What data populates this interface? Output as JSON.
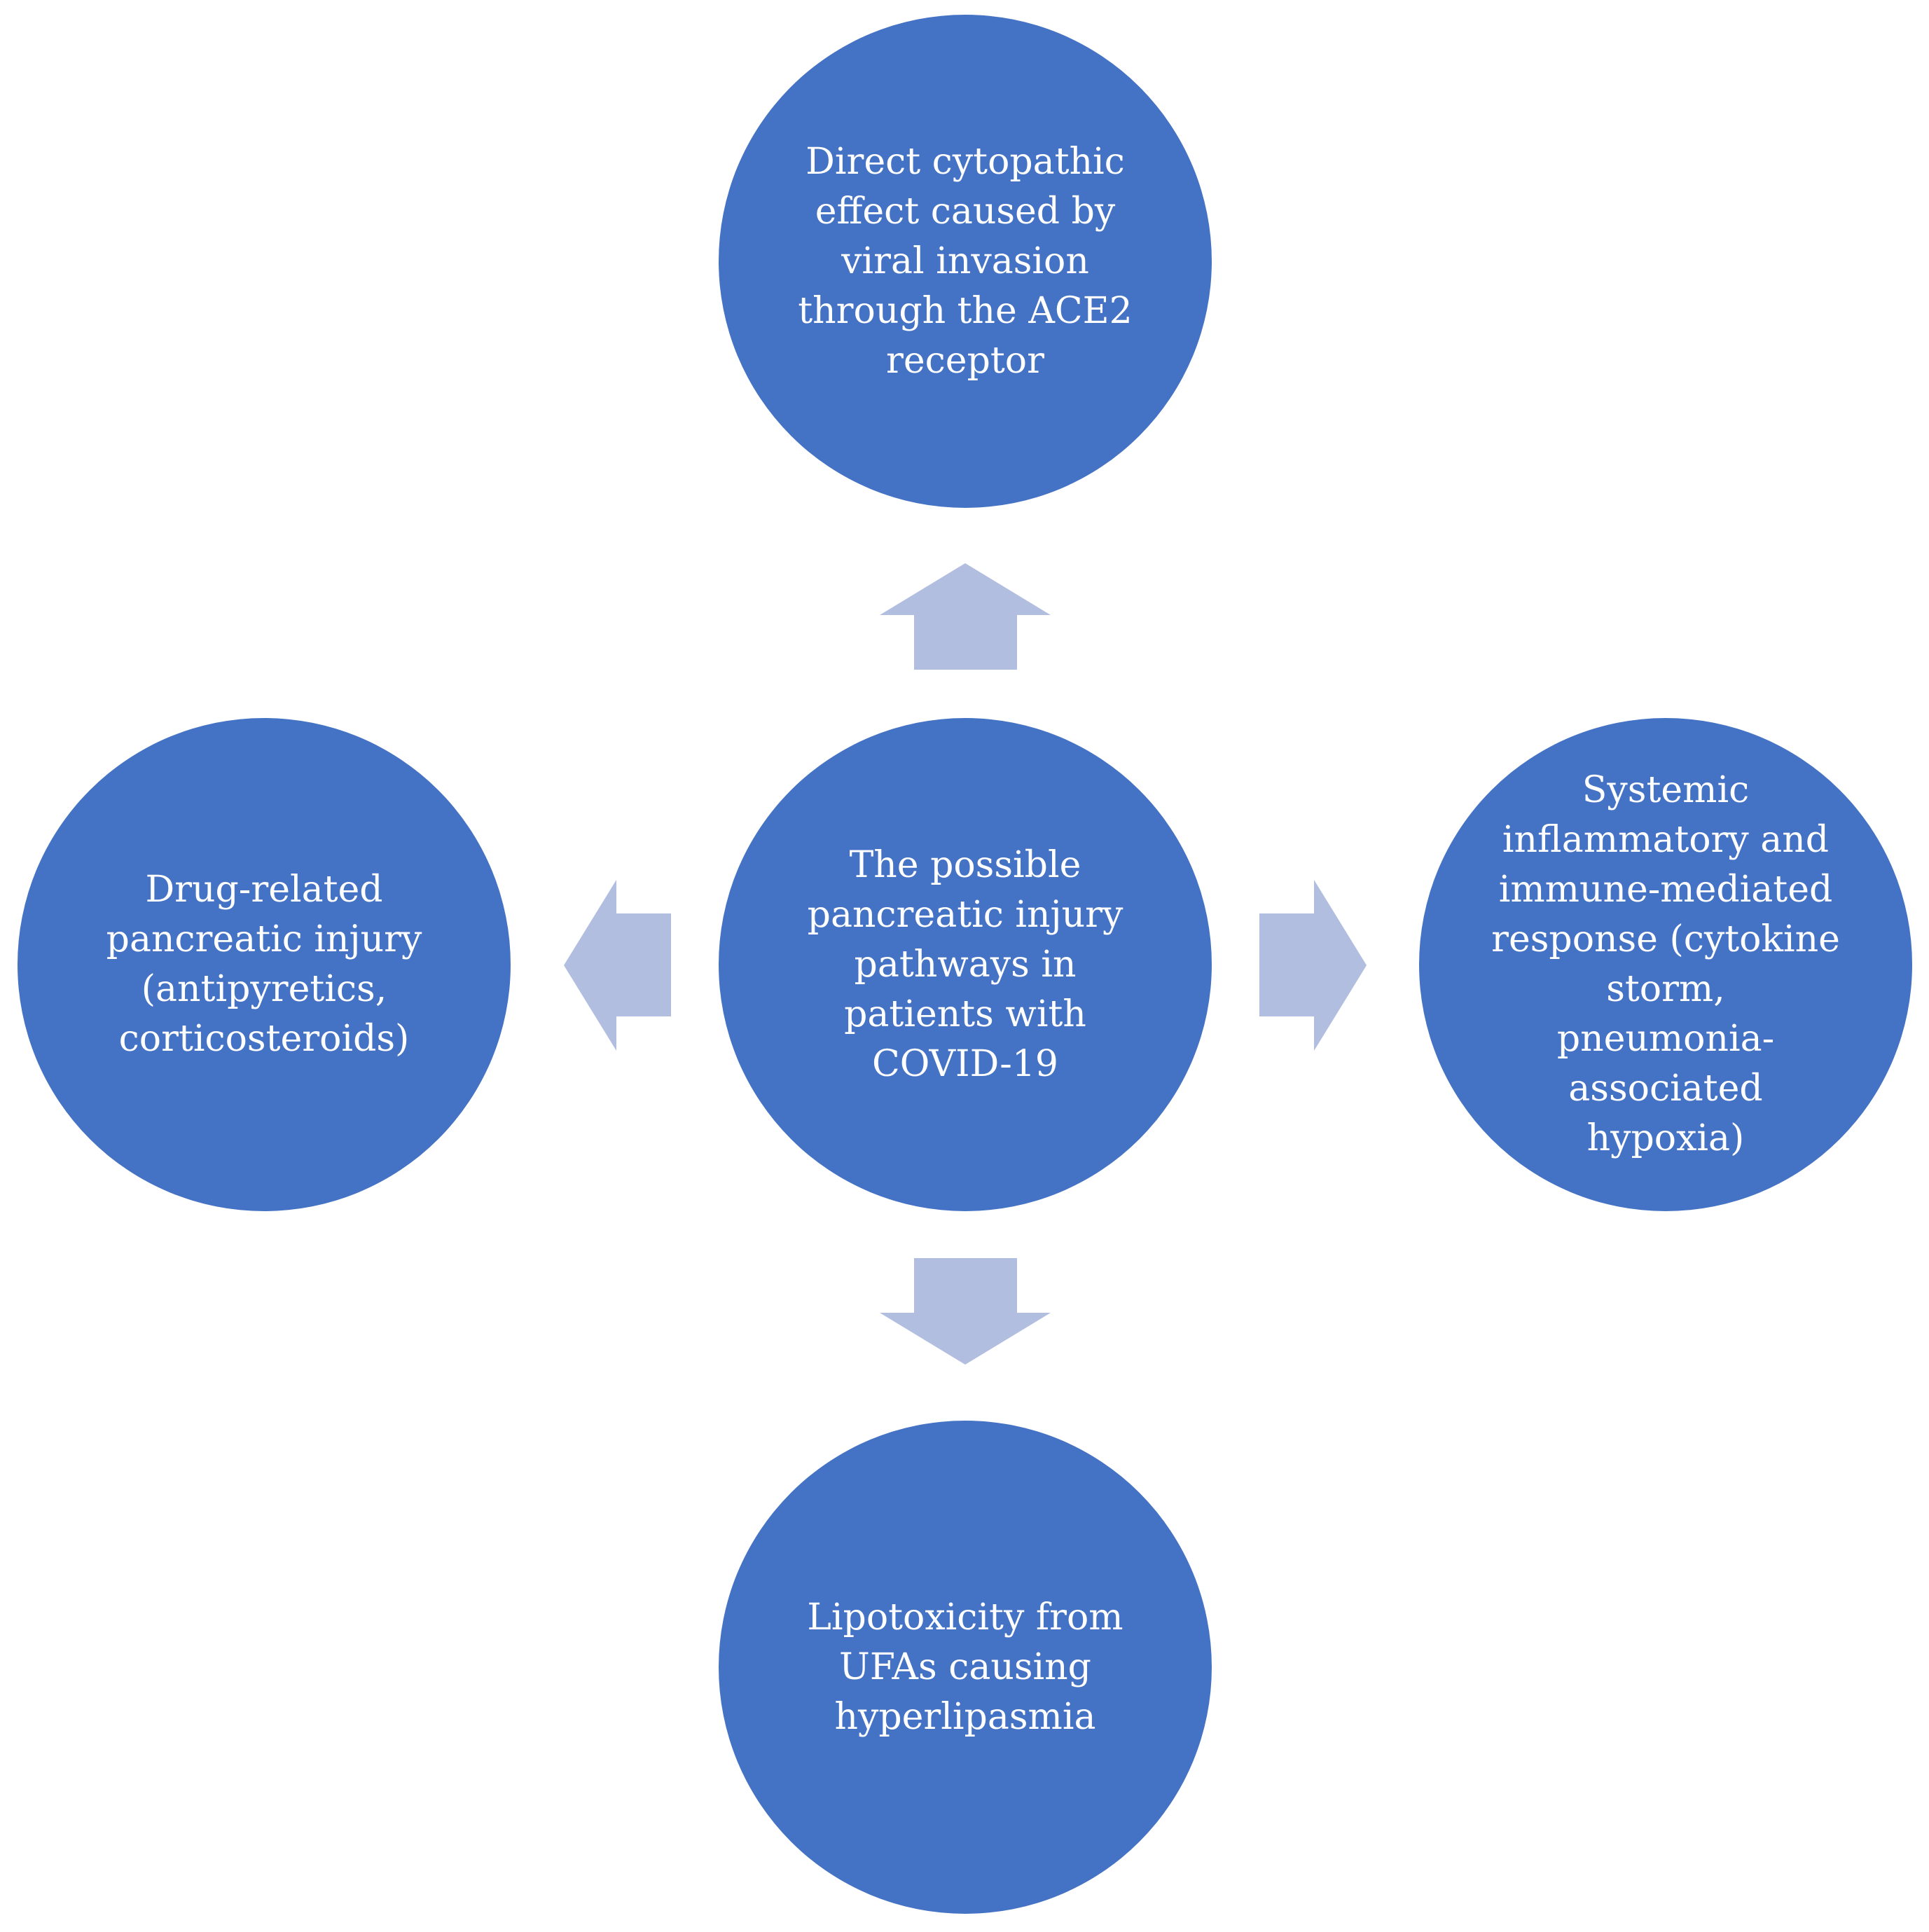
{
  "diagram": {
    "colors": {
      "node_fill": "#4472c4",
      "node_text": "#ffffff",
      "arrow_fill": "#b1bee0",
      "background": "#ffffff"
    },
    "center": {
      "text": "The possible\npancreatic injury\npathways in\npatients with\nCOVID-19"
    },
    "top": {
      "text": "Direct cytopathic\neffect caused by\nviral invasion\nthrough the ACE2\nreceptor"
    },
    "left": {
      "text": "Drug-related\npancreatic injury\n(antipyretics,\ncorticosteroids)"
    },
    "right": {
      "text": "Systemic\ninflammatory and\nimmune-mediated\nresponse (cytokine\nstorm,\npneumonia-\nassociated\nhypoxia)"
    },
    "bottom": {
      "text": "Lipotoxicity from\nUFAs causing\nhyperlipasmia"
    }
  }
}
